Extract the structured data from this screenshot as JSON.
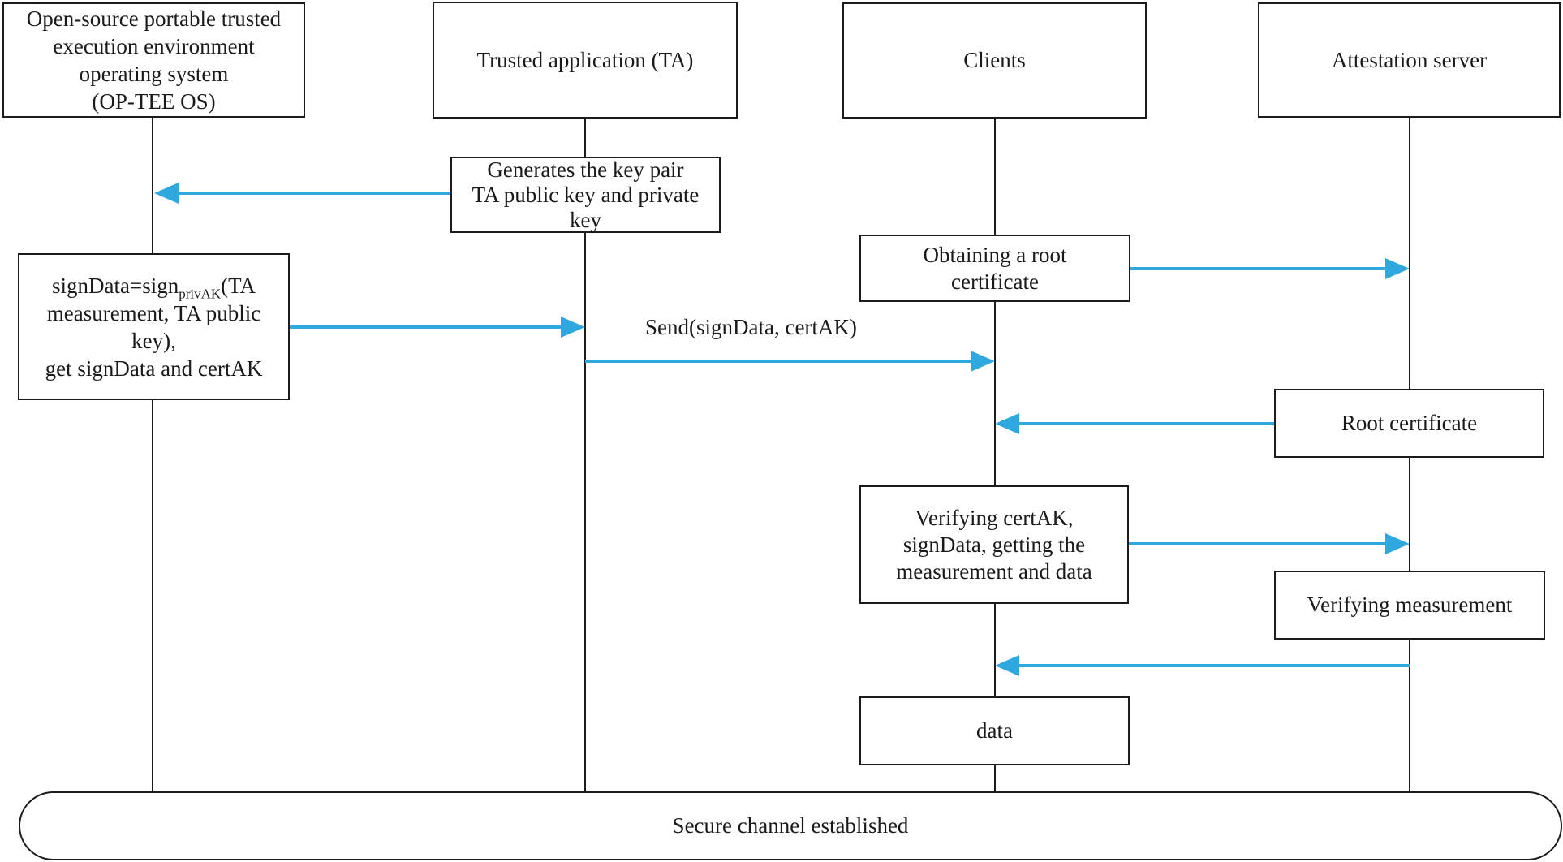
{
  "palette": {
    "arrow_blue": "#2ea8df",
    "line_black": "#1c1c1c",
    "background": "#ffffff"
  },
  "actors": [
    {
      "id": "optee",
      "label": "Open-source portable trusted\nexecution environment\noperating system\n(OP-TEE OS)"
    },
    {
      "id": "ta",
      "label": "Trusted application (TA)"
    },
    {
      "id": "clients",
      "label": "Clients"
    },
    {
      "id": "attestation",
      "label": "Attestation server"
    }
  ],
  "notes": {
    "generate_keypair": "Generates the key pair\nTA public key and private\nkey",
    "sign_line1_pre": "signData=sign",
    "sign_line1_sub": "privAK",
    "sign_line1_post": "(TA",
    "sign_line2": "measurement, TA public",
    "sign_line3": "key),",
    "sign_line4": "get signData and certAK",
    "obtain_root": "Obtaining a root\ncertificate",
    "root_certificate": "Root certificate",
    "verify_cert": "Verifying certAK,\nsignData, getting the\nmeasurement and data",
    "verify_measurement": "Verifying measurement",
    "data": "data",
    "secure_channel": "Secure channel established"
  },
  "messages": {
    "send": "Send(signData, certAK)"
  },
  "flows": [
    {
      "from": "ta",
      "to": "optee",
      "note": "Generates the key pair TA public key and private key"
    },
    {
      "from": "optee",
      "to": "ta",
      "note": "signData=sign_privAK(TA measurement, TA public key), get signData and certAK"
    },
    {
      "from": "ta",
      "to": "clients",
      "note": "Send(signData, certAK)"
    },
    {
      "from": "clients",
      "to": "attestation",
      "note": "Obtaining a root certificate"
    },
    {
      "from": "attestation",
      "to": "clients",
      "note": "Root certificate"
    },
    {
      "from": "clients",
      "to": "attestation",
      "note": "Verifying certAK, signData, getting the measurement and data"
    },
    {
      "from": "attestation",
      "to": "clients",
      "note": "data (after verifying measurement)"
    }
  ]
}
